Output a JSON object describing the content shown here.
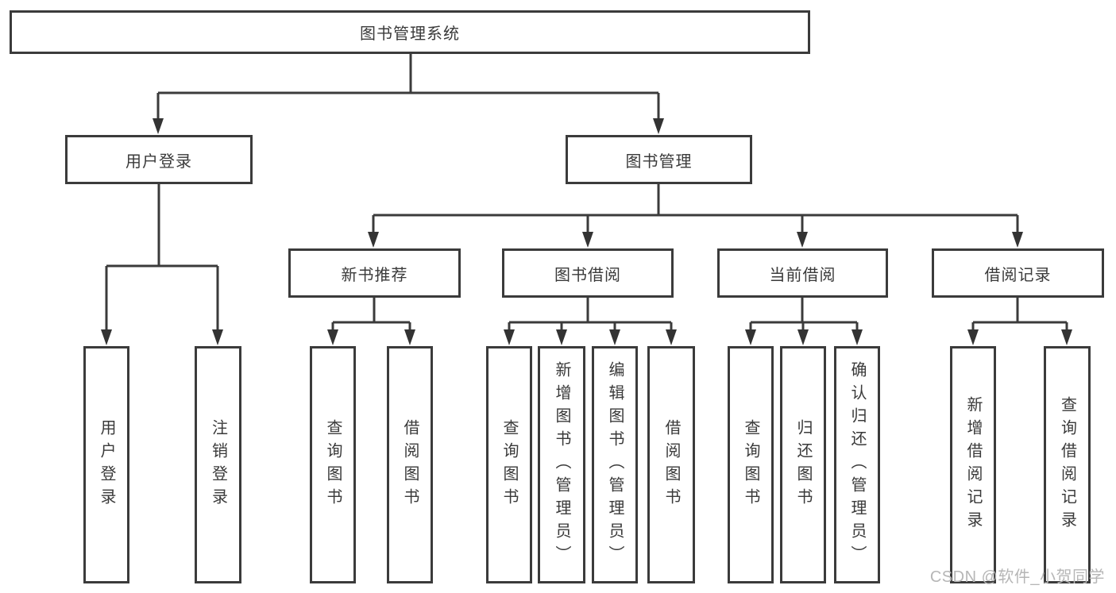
{
  "diagram": {
    "root": {
      "label": "图书管理系统"
    },
    "branches": [
      {
        "label": "用户登录",
        "leaves": [
          {
            "label": "用户登录"
          },
          {
            "label": "注销登录"
          }
        ]
      },
      {
        "label": "图书管理",
        "groups": [
          {
            "label": "新书推荐",
            "leaves": [
              {
                "label": "查询图书"
              },
              {
                "label": "借阅图书"
              }
            ]
          },
          {
            "label": "图书借阅",
            "leaves": [
              {
                "label": "查询图书"
              },
              {
                "label": "新增图书（管理员）"
              },
              {
                "label": "编辑图书（管理员）"
              },
              {
                "label": "借阅图书"
              }
            ]
          },
          {
            "label": "当前借阅",
            "leaves": [
              {
                "label": "查询图书"
              },
              {
                "label": "归还图书"
              },
              {
                "label": "确认归还（管理员）"
              }
            ]
          },
          {
            "label": "借阅记录",
            "leaves": [
              {
                "label": "新增借阅记录"
              },
              {
                "label": "查询借阅记录"
              }
            ]
          }
        ]
      }
    ]
  },
  "colors": {
    "line": "#3b3b3b",
    "text": "#3a3a3a",
    "watermark_text": "#b6b6b6",
    "background": "#ffffff"
  },
  "watermark": {
    "text": "CSDN @软件_小贺同学"
  }
}
